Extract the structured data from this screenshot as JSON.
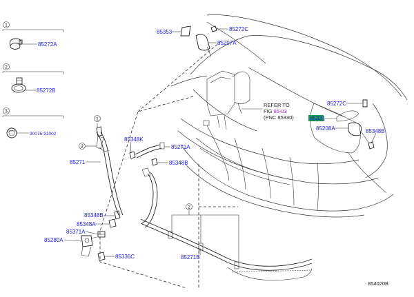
{
  "callouts": {
    "c1": "1",
    "c2": "2",
    "c3": "3"
  },
  "legend": [
    {
      "number": "1",
      "part": "85272A"
    },
    {
      "number": "2",
      "part": "85272B"
    },
    {
      "number": "3",
      "part": "90075-91002"
    }
  ],
  "parts": {
    "p85353": "85353",
    "p85272C_top": "85272C",
    "p85207A": "85207A",
    "p85272C_right": "85272C",
    "p85331": "85331",
    "p85208A": "85208A",
    "p85348B_right": "85348B",
    "p85348K": "85348K",
    "p85271A": "85271A",
    "p85348B_mid": "85348B",
    "p85271": "85271",
    "p85348B_low": "85348B",
    "p85348A": "85348A",
    "p85371A": "85371A",
    "p85280A": "85280A",
    "p85336C": "85336C",
    "p85271B": "85271B"
  },
  "refer": {
    "line1": "REFER TO",
    "line2_prefix": "FIG ",
    "line2_link": "85-03",
    "line3": "(PNC 85330)"
  },
  "diagram_id": "854020B",
  "colors": {
    "part_link": "#1a1ae6",
    "highlight": "#1f9a4c",
    "refer_link": "#9a1ac8"
  }
}
